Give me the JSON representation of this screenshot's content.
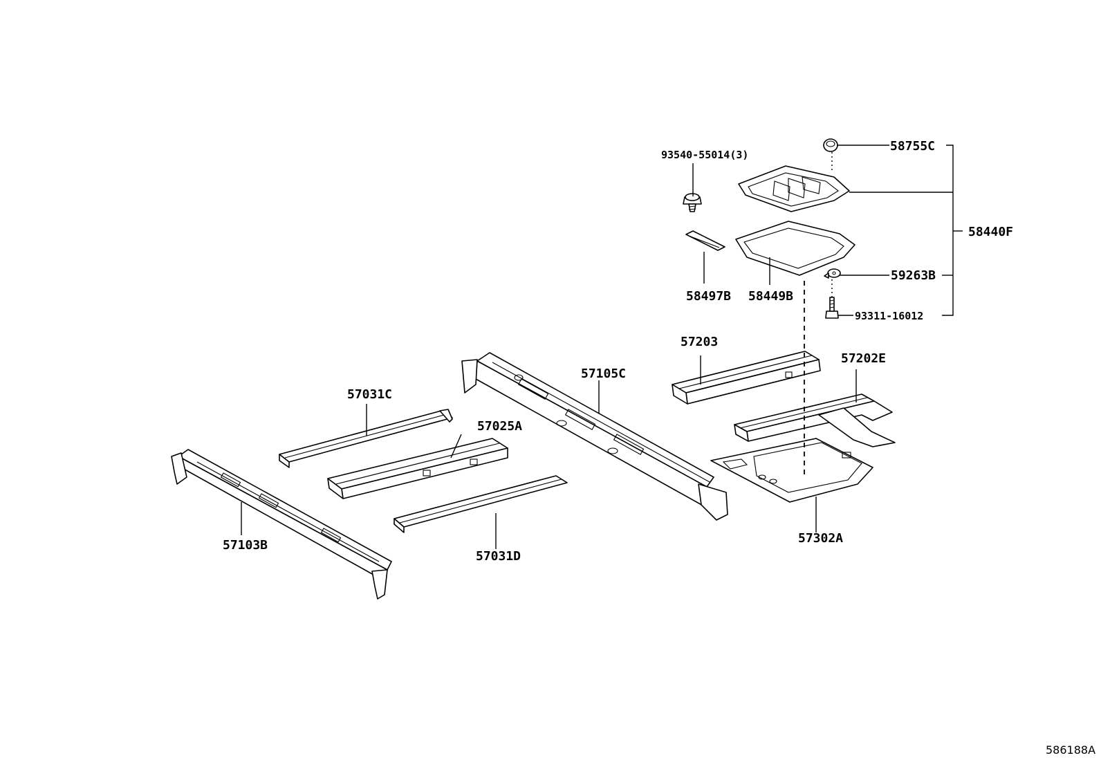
{
  "labels": {
    "p93540": "93540-55014(3)",
    "p58755C": "58755C",
    "p58440F": "58440F",
    "p58497B": "58497B",
    "p58449B": "58449B",
    "p59263B": "59263B",
    "p93311": "93311-16012",
    "p57203": "57203",
    "p57202E": "57202E",
    "p57105C": "57105C",
    "p57031C": "57031C",
    "p57025A": "57025A",
    "p57103B": "57103B",
    "p57031D": "57031D",
    "p57302A": "57302A"
  },
  "illustration_id": "586188A"
}
